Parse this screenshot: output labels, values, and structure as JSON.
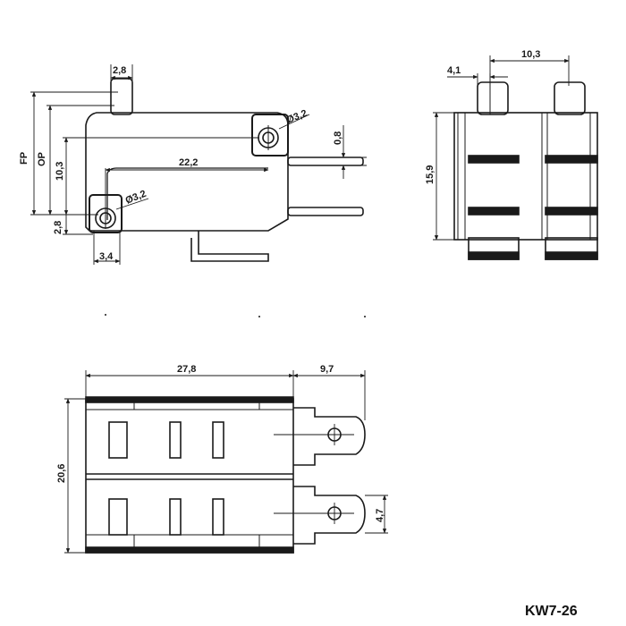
{
  "model_label": "KW7-26",
  "colors": {
    "line": "#1a1a1a",
    "background": "#ffffff"
  },
  "side_view": {
    "dim_lever_width": "2,8",
    "dim_hole_top": "Ø3,2",
    "dim_terminal_thickness": "0,8",
    "dim_hole_spacing": "22,2",
    "dim_hole_bottom": "Ø3,2",
    "dim_fp": "FP",
    "dim_op": "OP",
    "dim_lever_height": "10,3",
    "dim_bottom_offset": "2,8",
    "dim_bottom_hole_width": "3,4"
  },
  "end_view": {
    "dim_post_width": "4,1",
    "dim_post_spacing": "10,3",
    "dim_height": "15,9"
  },
  "top_view": {
    "dim_body_length": "27,8",
    "dim_terminal_length": "9,7",
    "dim_width": "20,6",
    "dim_terminal_width": "4,7"
  }
}
